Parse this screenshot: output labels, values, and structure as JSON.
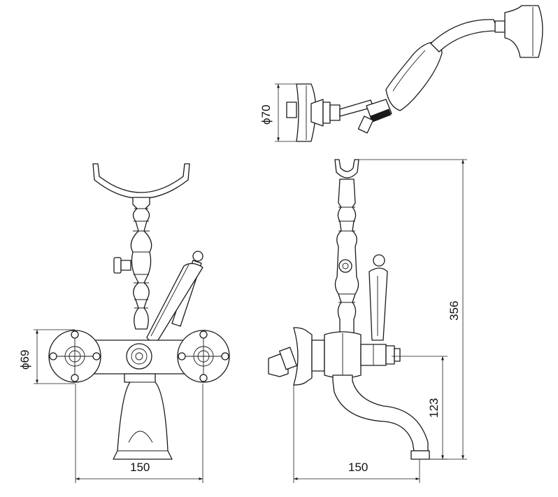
{
  "dimensions": {
    "hand_shower_diameter": "ϕ70",
    "handle_diameter": "ϕ69",
    "front_width": "150",
    "side_depth": "150",
    "spout_height": "123",
    "total_height": "356"
  },
  "colors": {
    "line": "#1a1a1a",
    "background": "#ffffff"
  }
}
